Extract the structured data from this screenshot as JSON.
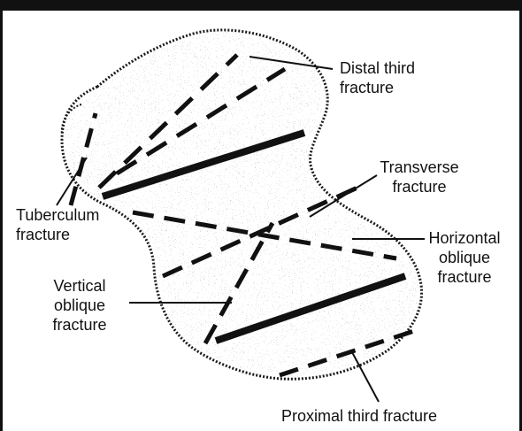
{
  "labels": {
    "distal_third": "Distal third\nfracture",
    "transverse": "Transverse\nfracture",
    "tuberculum": "Tuberculum\nfracture",
    "horizontal_oblique": "Horizontal\noblique\nfracture",
    "vertical_oblique": "Vertical\noblique\nfracture",
    "proximal_third": "Proximal third fracture"
  }
}
